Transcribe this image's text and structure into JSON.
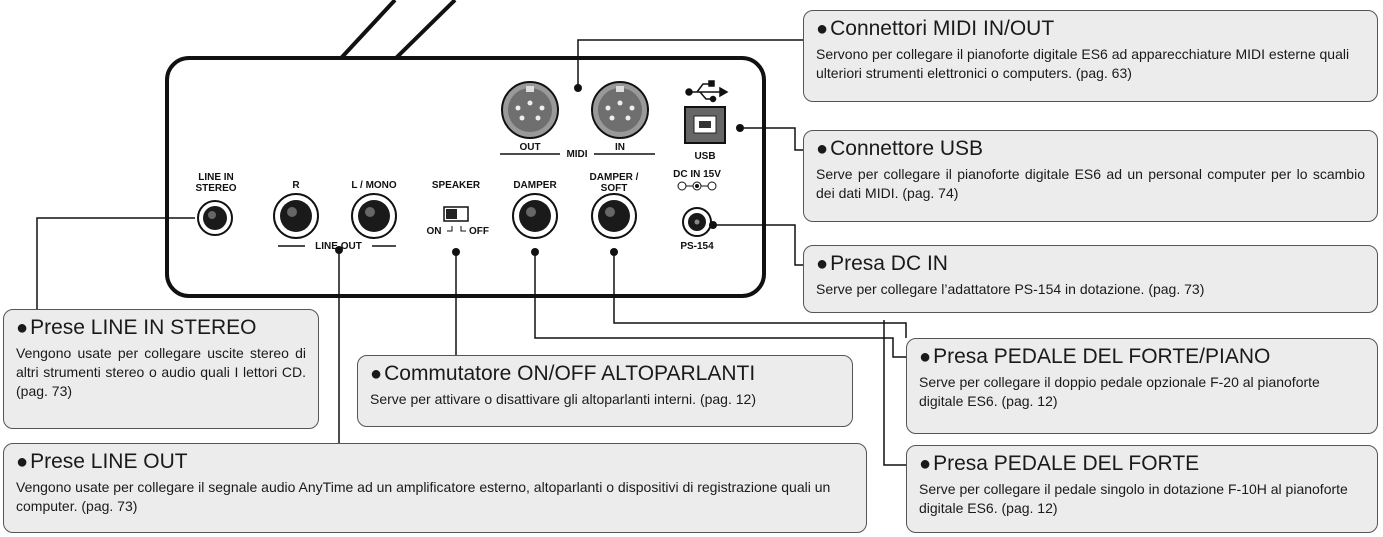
{
  "panel": {
    "line_in_label": "LINE IN\nSTEREO",
    "r_label": "R",
    "l_mono_label": "L / MONO",
    "line_out_label": "LINE OUT",
    "speaker_label": "SPEAKER",
    "speaker_on": "ON",
    "speaker_off": "OFF",
    "damper_label": "DAMPER",
    "damper_soft_label": "DAMPER /\nSOFT",
    "dc_in_label": "DC IN 15V",
    "ps_label": "PS-154",
    "midi_out_label": "OUT",
    "midi_label": "MIDI",
    "midi_in_label": "IN",
    "usb_label": "USB"
  },
  "callouts": {
    "midi": {
      "bullet": "●",
      "title": "Connettori MIDI IN/OUT",
      "desc": "Servono per collegare il pianoforte digitale ES6 ad apparecchiature MIDI esterne quali ulteriori strumenti elettronici o computers. (pag. 63)"
    },
    "usb": {
      "bullet": "●",
      "title": "Connettore USB",
      "desc": "Serve per collegare il pianoforte digitale ES6 ad un personal computer per lo scambio dei dati MIDI. (pag. 74)"
    },
    "dc_in": {
      "bullet": "●",
      "title": "Presa DC IN",
      "desc": "Serve per collegare l’adattatore PS-154 in dotazione. (pag. 73)"
    },
    "line_in": {
      "bullet": "●",
      "title": "Prese LINE IN STEREO",
      "desc": "Vengono usate per collegare uscite stereo di altri strumenti stereo o audio quali I lettori CD.  (pag. 73)"
    },
    "speaker": {
      "bullet": "●",
      "title": "Commutatore ON/OFF ALTOPARLANTI",
      "desc": "Serve per attivare o disattivare gli altoparlanti interni. (pag. 12)"
    },
    "forte_piano": {
      "bullet": "●",
      "title": "Presa PEDALE DEL FORTE/PIANO",
      "desc": "Serve per collegare il doppio pedale opzionale F-20 al pianoforte digitale ES6. (pag. 12)"
    },
    "line_out": {
      "bullet": "●",
      "title": "Prese LINE OUT",
      "desc": "Vengono usate per collegare il segnale audio AnyTime ad un amplificatore esterno, altoparlanti o dispositivi di registrazione quali un computer. (pag. 73)"
    },
    "forte": {
      "bullet": "●",
      "title": "Presa PEDALE DEL FORTE",
      "desc": "Serve per collegare il pedale singolo in dotazione F-10H al pianoforte digitale ES6. (pag. 12)"
    }
  }
}
